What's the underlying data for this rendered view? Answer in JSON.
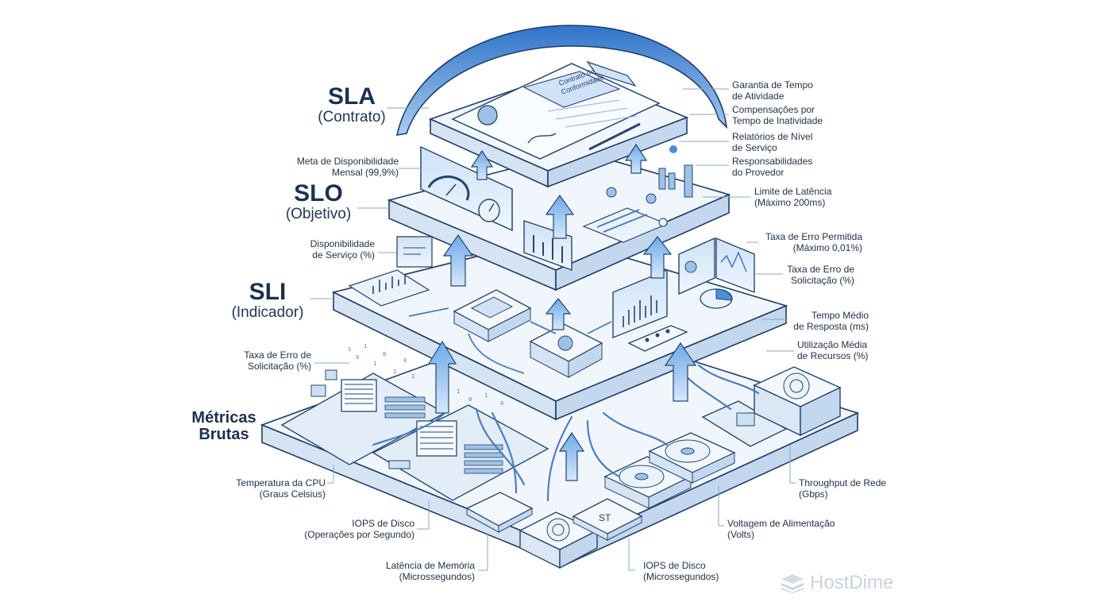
{
  "layers": {
    "sla": {
      "title": "SLA",
      "subtitle": "(Contrato)"
    },
    "slo": {
      "title": "SLO",
      "subtitle": "(Objetivo)"
    },
    "sli": {
      "title": "SLI",
      "subtitle": "(Indicador)"
    },
    "raw": {
      "title": "Métricas",
      "subtitle": "Brutas"
    }
  },
  "contract": {
    "line1": "Contrato de",
    "line2": "Conformidade"
  },
  "labels": {
    "meta_disp": [
      "Meta de Disponibilidade",
      "Mensal (99,9%)"
    ],
    "disp_servico": [
      "Disponibilidade",
      "de Serviço (%)"
    ],
    "taxa_erro_left": [
      "Taxa de Erro de",
      "Solicitação (%)"
    ],
    "temp_cpu": [
      "Temperatura da CPU",
      "(Graus Celsius)"
    ],
    "iops_seg": [
      "IOPS de Disco",
      "(Operações por Segundo)"
    ],
    "lat_mem": [
      "Latência de Memória",
      "(Microssegundos)"
    ],
    "iops_micro": [
      "IOPS de Disco",
      "(Microssegundos)"
    ],
    "voltagem": [
      "Voltagem de Alimentação",
      "(Volts)"
    ],
    "throughput": [
      "Throughput de Rede",
      "(Gbps)"
    ],
    "util_media": [
      "Utilização Média",
      "de Recursos (%)"
    ],
    "tempo_medio": [
      "Tempo Médio",
      "de Resposta (ms)"
    ],
    "taxa_erro_right": [
      "Taxa de Erro de",
      "Solicitação (%)"
    ],
    "taxa_permitida": [
      "Taxa de Erro Permitida",
      "(Máximo 0,01%)"
    ],
    "limite_latencia": [
      "Limite de Latência",
      "(Máximo 200ms)"
    ],
    "responsabilidades": [
      "Responsabilidades",
      "do Provedor"
    ],
    "relatorios": [
      "Relatórios de Nível",
      "de Serviço"
    ],
    "compensacoes": [
      "Compensações por",
      "Tempo de Inatividade"
    ],
    "garantia": [
      "Garantia de Tempo",
      "de Atividade"
    ]
  },
  "chip_label": "ST",
  "brand": {
    "name": "HostDime"
  },
  "colors": {
    "accent": "#4a90d9",
    "dome": "#4d8fd6",
    "platform_top": "#f1f6fc",
    "platform_side": "#dbe7f4",
    "ink": "#1b3150"
  }
}
